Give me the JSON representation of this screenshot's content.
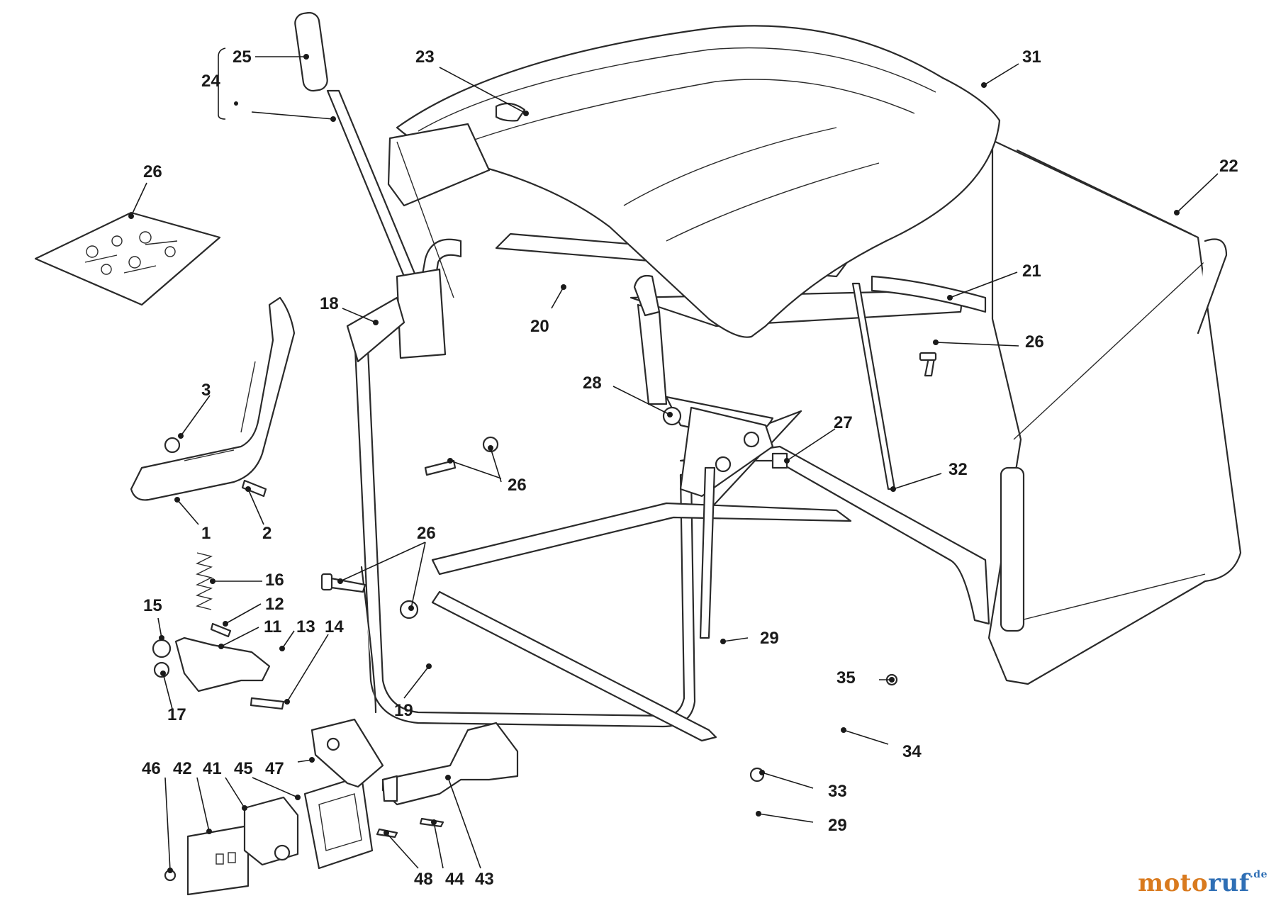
{
  "diagram": {
    "callouts": [
      {
        "id": "c1",
        "label": "1"
      },
      {
        "id": "c2",
        "label": "2"
      },
      {
        "id": "c3",
        "label": "3"
      },
      {
        "id": "c11",
        "label": "11"
      },
      {
        "id": "c12",
        "label": "12"
      },
      {
        "id": "c13",
        "label": "13"
      },
      {
        "id": "c14",
        "label": "14"
      },
      {
        "id": "c15",
        "label": "15"
      },
      {
        "id": "c16",
        "label": "16"
      },
      {
        "id": "c17",
        "label": "17"
      },
      {
        "id": "c18",
        "label": "18"
      },
      {
        "id": "c19",
        "label": "19"
      },
      {
        "id": "c20",
        "label": "20"
      },
      {
        "id": "c21",
        "label": "21"
      },
      {
        "id": "c22",
        "label": "22"
      },
      {
        "id": "c23",
        "label": "23"
      },
      {
        "id": "c24",
        "label": "24"
      },
      {
        "id": "c25",
        "label": "25"
      },
      {
        "id": "c26a",
        "label": "26"
      },
      {
        "id": "c26b",
        "label": "26"
      },
      {
        "id": "c26c",
        "label": "26"
      },
      {
        "id": "c26d",
        "label": "26"
      },
      {
        "id": "c27",
        "label": "27"
      },
      {
        "id": "c28",
        "label": "28"
      },
      {
        "id": "c29a",
        "label": "29"
      },
      {
        "id": "c29b",
        "label": "29"
      },
      {
        "id": "c31",
        "label": "31"
      },
      {
        "id": "c32",
        "label": "32"
      },
      {
        "id": "c33",
        "label": "33"
      },
      {
        "id": "c34",
        "label": "34"
      },
      {
        "id": "c35",
        "label": "35"
      },
      {
        "id": "c41",
        "label": "41"
      },
      {
        "id": "c42",
        "label": "42"
      },
      {
        "id": "c43",
        "label": "43"
      },
      {
        "id": "c44",
        "label": "44"
      },
      {
        "id": "c45",
        "label": "45"
      },
      {
        "id": "c46",
        "label": "46"
      },
      {
        "id": "c47",
        "label": "47"
      },
      {
        "id": "c48",
        "label": "48"
      }
    ]
  },
  "watermark": {
    "part1": "moto",
    "part2": "ruf",
    "tld": ".de"
  }
}
